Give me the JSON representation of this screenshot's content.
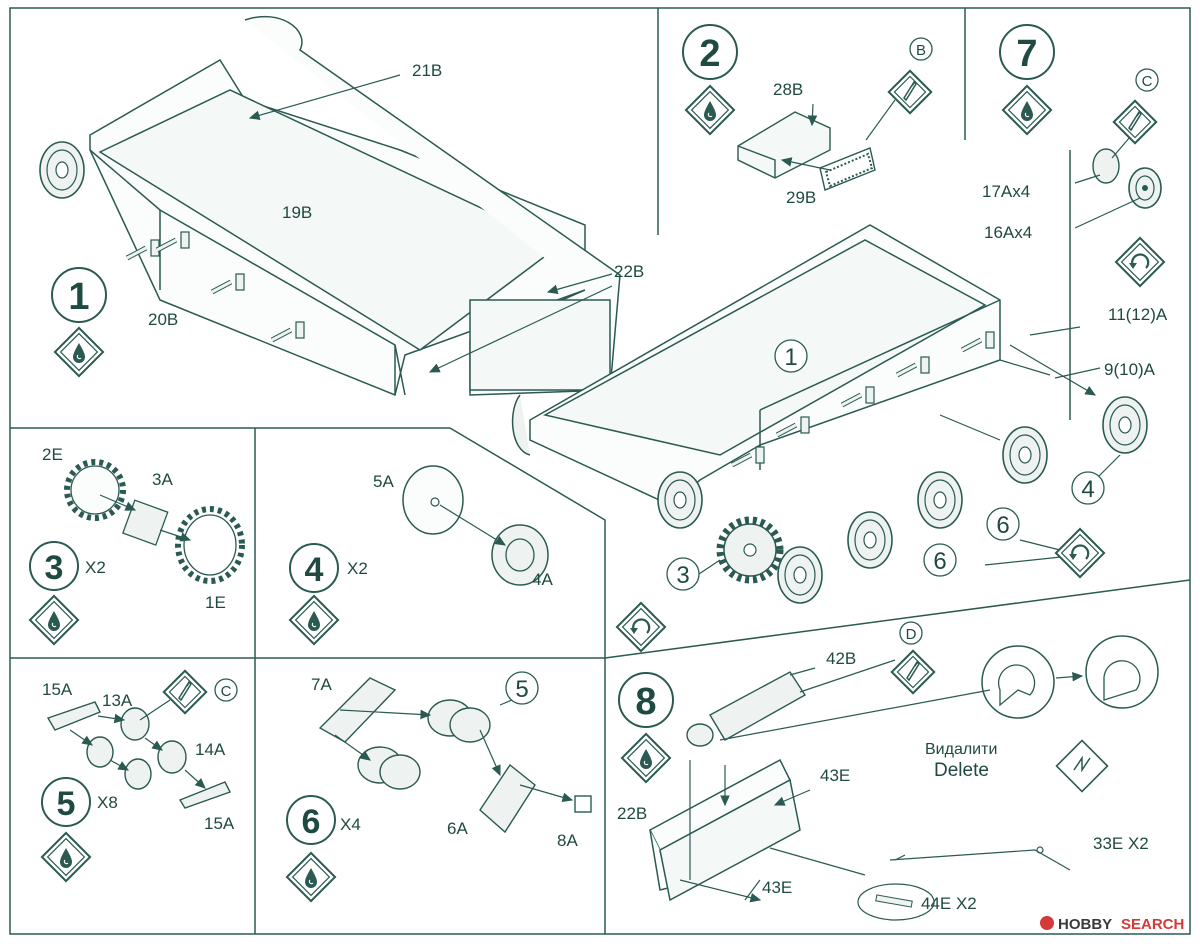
{
  "colors": {
    "ink": "#2a5a52",
    "paper": "#ffffff",
    "part_fill": "#eef3f1"
  },
  "steps": {
    "s1": {
      "number": "1",
      "parts": {
        "p21B": "21B",
        "p19B": "19B",
        "p20B": "20B",
        "p22B": "22B"
      }
    },
    "s2": {
      "number": "2",
      "parts": {
        "p28B": "28B",
        "p29B": "29B"
      },
      "sprue": "B"
    },
    "s7": {
      "number": "7",
      "parts": {
        "p17A": "17Ax4",
        "p16A": "16Ax4"
      },
      "sprue": "C"
    },
    "assembly": {
      "callouts": {
        "c1": "1",
        "c3": "3",
        "c4": "4",
        "c6a": "6",
        "c6b": "6"
      },
      "parts": {
        "p11A": "11(12)A",
        "p9A": "9(10)A"
      }
    },
    "s3": {
      "number": "3",
      "qty": "X2",
      "parts": {
        "p2E": "2E",
        "p3A": "3A",
        "p1E": "1E"
      }
    },
    "s4": {
      "number": "4",
      "qty": "X2",
      "parts": {
        "p5A": "5A",
        "p4A": "4A"
      }
    },
    "s5": {
      "number": "5",
      "qty": "X8",
      "sprue": "C",
      "parts": {
        "p15Aa": "15A",
        "p13A": "13A",
        "p14A": "14A",
        "p15Ab": "15A"
      }
    },
    "s6": {
      "number": "6",
      "qty": "X4",
      "callout": "5",
      "parts": {
        "p7A": "7A",
        "p6A": "6A",
        "p8A": "8A"
      }
    },
    "s8": {
      "number": "8",
      "sprue": "D",
      "parts": {
        "p42B": "42B",
        "p43Ea": "43E",
        "p22B": "22B",
        "p43Eb": "43E",
        "p44E": "44E X2",
        "p33E": "33E X2"
      },
      "delete_ua": "Видалити",
      "delete_en": "Delete"
    }
  },
  "icons": {
    "glue": "glue-drop-icon",
    "sprue_frame": "sprue-frame-icon",
    "flip": "rotate-arrow-icon",
    "knife": "hobby-knife-icon",
    "lightning": "decal-diamond-icon"
  },
  "watermark": {
    "brand": "HOBBY",
    "suffix": "SEARCH"
  }
}
